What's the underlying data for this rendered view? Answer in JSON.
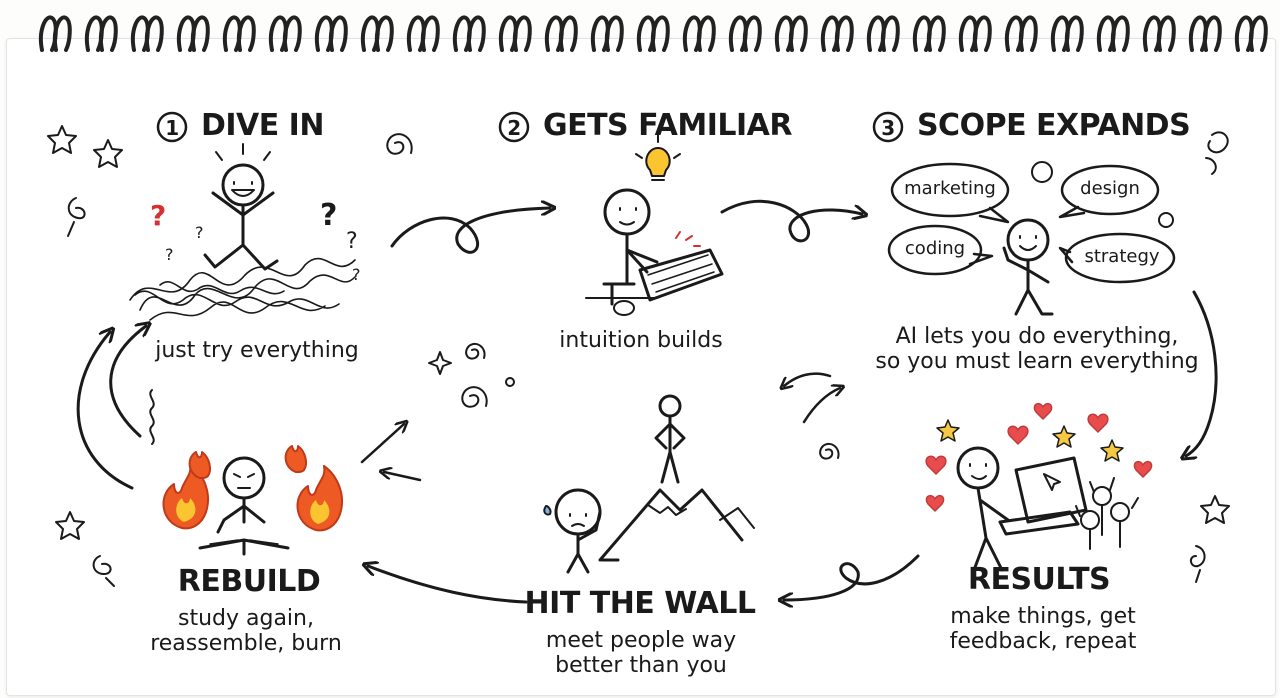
{
  "stages": {
    "dive_in": {
      "number": "1",
      "title": "DIVE IN",
      "caption": "just try everything"
    },
    "gets_familiar": {
      "number": "2",
      "title": "GETS FAMILIAR",
      "caption": "intuition builds"
    },
    "scope_expands": {
      "number": "3",
      "title": "SCOPE EXPANDS",
      "caption_lines": [
        "AI lets you do everything,",
        "so you must learn everything"
      ],
      "bubbles": [
        "marketing",
        "design",
        "coding",
        "strategy"
      ]
    },
    "results": {
      "title": "RESULTS",
      "caption_lines": [
        "make things, get",
        "feedback, repeat"
      ]
    },
    "hit_the_wall": {
      "title": "HIT THE WALL",
      "caption_lines": [
        "meet people way",
        "better than you"
      ]
    },
    "rebuild": {
      "title": "REBUILD",
      "caption_lines": [
        "study again,",
        "reassemble, burn"
      ]
    }
  },
  "colors": {
    "ink": "#1a1a1a",
    "flame": "#ee5a24",
    "flame_inner": "#fbc531",
    "heart": "#e84c4c",
    "star_fill": "#f6c945",
    "question": "#d63031"
  }
}
